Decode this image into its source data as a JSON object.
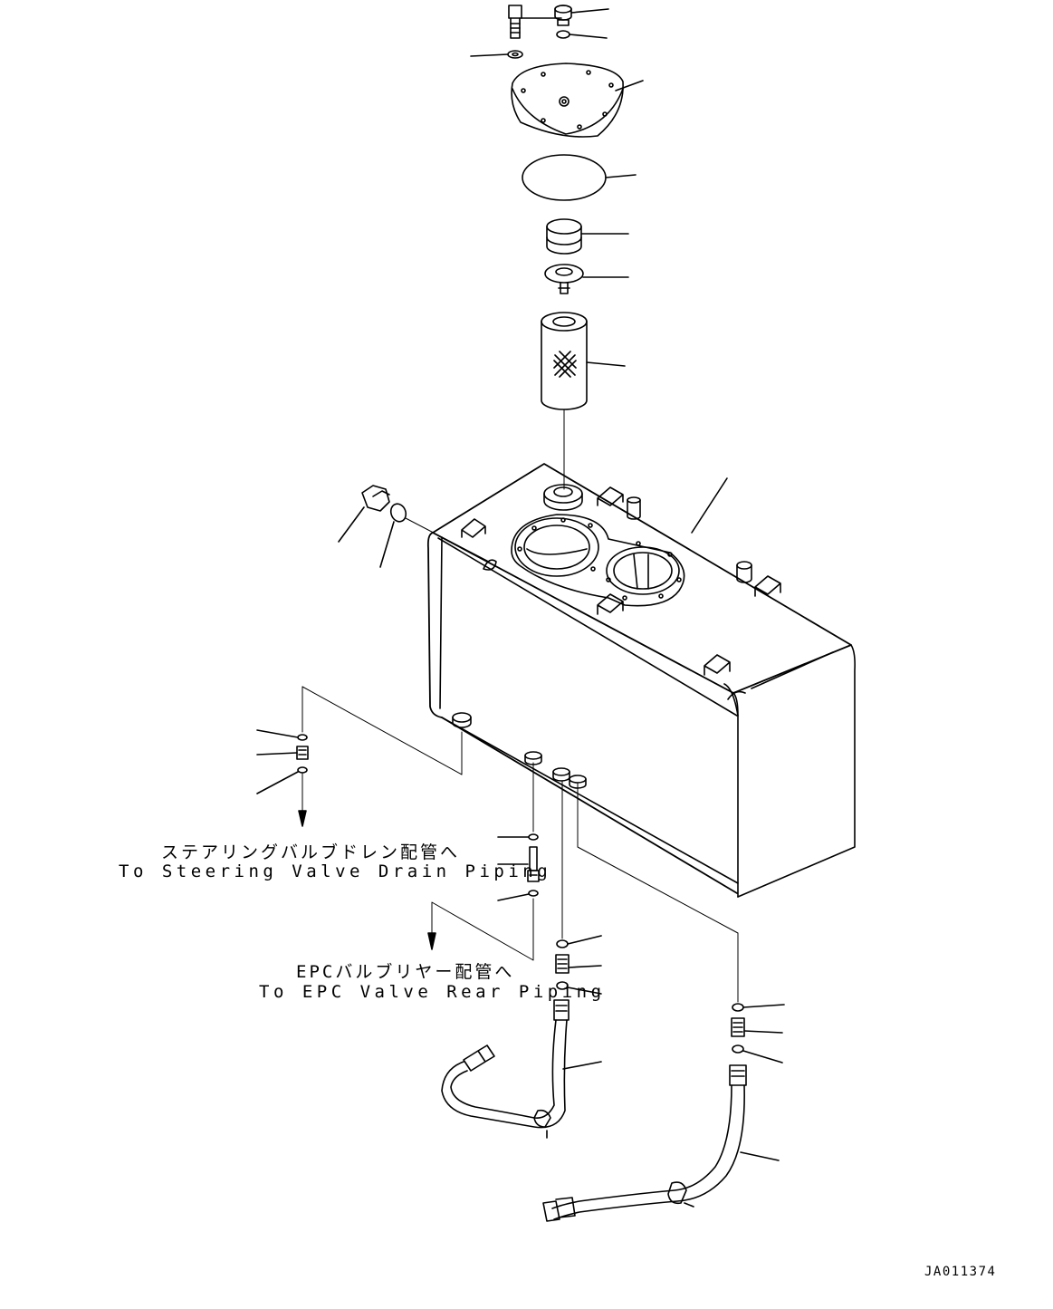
{
  "labels": {
    "steering_jp": "ステアリングバルブドレン配管へ",
    "steering_en": "To Steering Valve Drain Piping",
    "epc_jp": "EPCバルブリヤー配管へ",
    "epc_en": "To EPC Valve Rear Piping",
    "drawing_code": "JA011374"
  }
}
